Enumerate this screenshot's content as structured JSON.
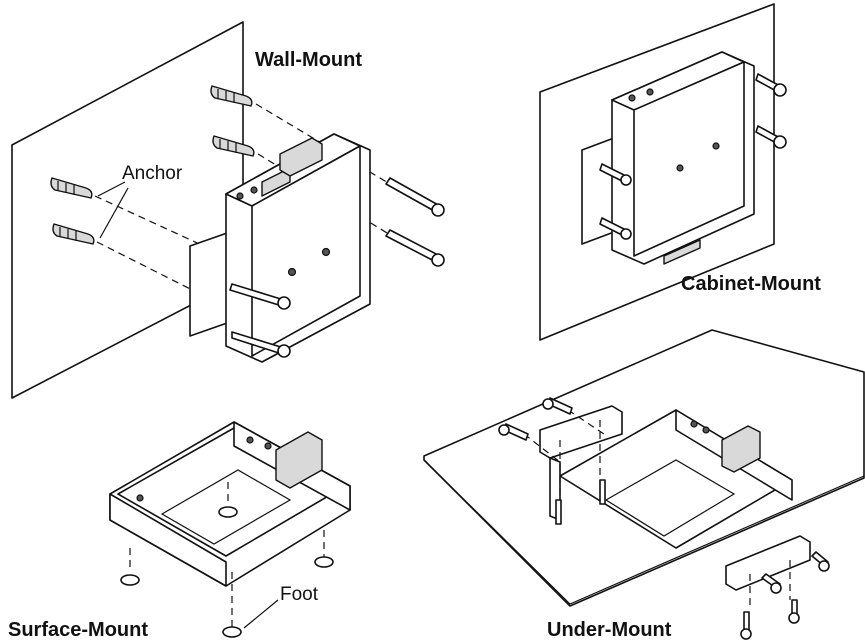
{
  "labels": {
    "wall_mount": "Wall-Mount",
    "cabinet_mount": "Cabinet-Mount",
    "surface_mount": "Surface-Mount",
    "under_mount": "Under-Mount",
    "anchor": "Anchor",
    "foot": "Foot"
  }
}
